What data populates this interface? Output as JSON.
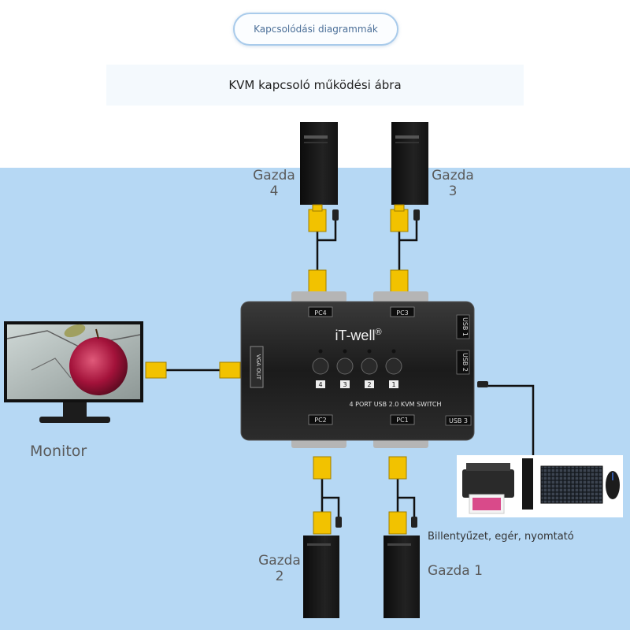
{
  "header": {
    "pill_button": "Kapcsolódási diagrammák",
    "title": "KVM kapcsoló működési ábra"
  },
  "hosts": [
    {
      "word": "Gazda",
      "number": "4"
    },
    {
      "word": "Gazda",
      "number": "3"
    },
    {
      "word": "Gazda",
      "number": "2"
    },
    {
      "word": "Gazda",
      "number": "1"
    }
  ],
  "monitor_label": "Monitor",
  "peripherals_label": "Billentyűzet, egér, nyomtató",
  "kvm": {
    "brand": "iT-well",
    "registered": "®",
    "model": "4 PORT USB 2.0 KVM SWITCH",
    "ports": {
      "pc4": "PC4",
      "pc3": "PC3",
      "pc2": "PC2",
      "pc1": "PC1",
      "usb1": "USB 1",
      "usb2": "USB 2",
      "usb3": "USB 3",
      "vga_out": "VGA OUT"
    },
    "buttons": [
      "4",
      "3",
      "2",
      "1"
    ]
  },
  "colors": {
    "background_blue": "#b6d8f4",
    "connector_yellow": "#f2c200",
    "device_black": "#1c1c1c"
  }
}
